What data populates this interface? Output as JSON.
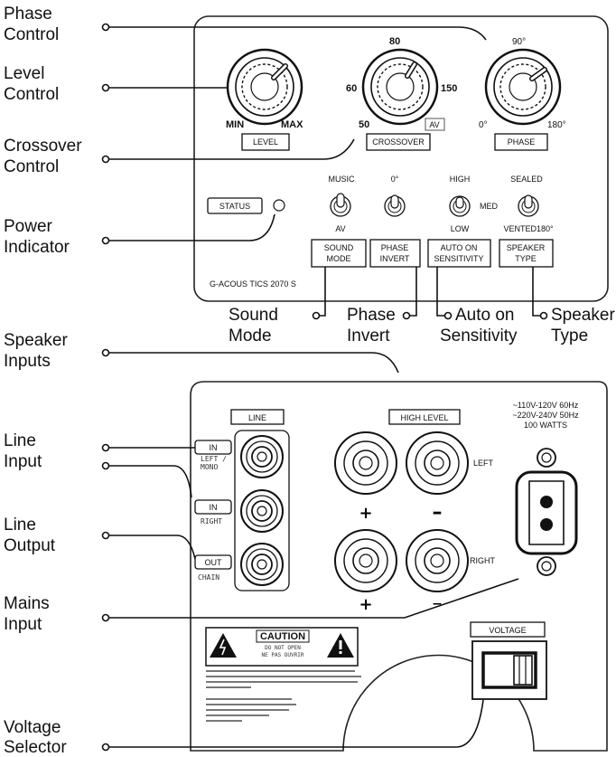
{
  "callouts": {
    "phase_control": [
      "Phase",
      "Control"
    ],
    "level_control": [
      "Level",
      "Control"
    ],
    "crossover_control": [
      "Crossover",
      "Control"
    ],
    "power_indicator": [
      "Power",
      "Indicator"
    ],
    "sound_mode": [
      "Sound",
      "Mode"
    ],
    "phase_invert": [
      "Phase",
      "Invert"
    ],
    "auto_on_sensitivity": [
      "Auto on",
      "Sensitivity"
    ],
    "speaker_type": [
      "Speaker",
      "Type"
    ],
    "speaker_inputs": [
      "Speaker",
      "Inputs"
    ],
    "line_input": [
      "Line",
      "Input"
    ],
    "line_output": [
      "Line",
      "Output"
    ],
    "mains_input": [
      "Mains",
      "Input"
    ],
    "voltage_selector": [
      "Voltage",
      "Selector"
    ]
  },
  "control_panel": {
    "level_knob": {
      "min": "MIN",
      "max": "MAX",
      "label": "LEVEL"
    },
    "crossover_knob": {
      "top": "80",
      "left": "60",
      "right": "150",
      "bottom_left": "50",
      "bottom_right": "AV",
      "label": "CROSSOVER"
    },
    "phase_knob": {
      "top": "90°",
      "left": "0°",
      "right": "180°",
      "label": "PHASE"
    },
    "status_label": "STATUS",
    "sound_mode_switch": {
      "top": "MUSIC",
      "bottom": "AV",
      "label": [
        "SOUND",
        "MODE"
      ]
    },
    "phase_invert_switch": {
      "top": "0°",
      "label": [
        "PHASE",
        "INVERT"
      ]
    },
    "auto_on_switch": {
      "top": "HIGH",
      "mid": "MED",
      "bottom": "LOW",
      "label": [
        "AUTO ON",
        "SENSITIVITY"
      ]
    },
    "speaker_type_switch": {
      "top": "SEALED",
      "bottom": "VENTED180°",
      "label": [
        "SPEAKER",
        "TYPE"
      ]
    },
    "model": "G-ACOUS TICS 2070 S"
  },
  "connection_panel": {
    "line_label": "LINE",
    "high_level_label": "HIGH LEVEL",
    "in_left": {
      "tag": "IN",
      "sub": [
        "LEFT /",
        "MONO"
      ]
    },
    "in_right": {
      "tag": "IN",
      "sub": [
        "RIGHT"
      ]
    },
    "out": {
      "tag": "OUT",
      "sub": [
        "CHAIN"
      ]
    },
    "left_label": "LEFT",
    "right_label": "RIGHT",
    "plus": "+",
    "minus": "–",
    "power_rating": [
      "~110V-120V 60Hz",
      "~220V-240V 50Hz",
      "100 WATTS"
    ],
    "voltage_label": "VOLTAGE",
    "caution": "CAUTION",
    "caution_sub": [
      "DO NOT OPEN",
      "NE PAS OUVRIR"
    ]
  },
  "colors": {
    "line": "#111111",
    "panel_border": "#222222",
    "background": "#ffffff"
  }
}
